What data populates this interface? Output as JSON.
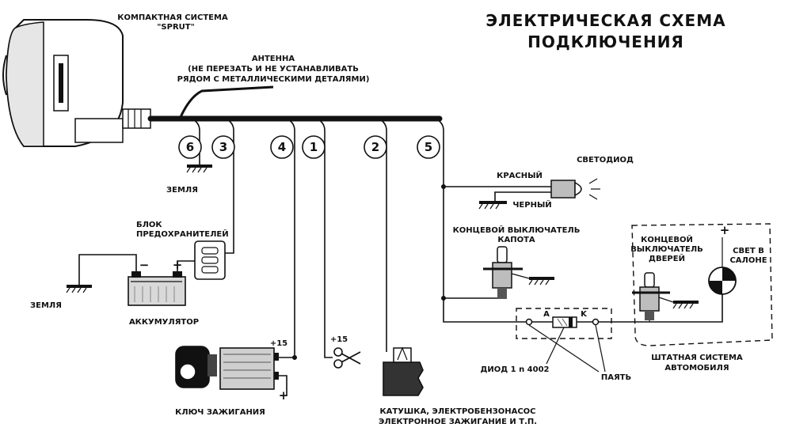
{
  "title": {
    "line1": "ЭЛЕКТРИЧЕСКАЯ СХЕМА",
    "line2": "ПОДКЛЮЧЕНИЯ"
  },
  "labels": {
    "system_line1": "КОМПАКТНАЯ СИСТЕМА",
    "system_line2": "\"SPRUT\"",
    "antenna_line1": "АНТЕННА",
    "antenna_line2": "(НЕ ПЕРЕЗАТЬ И НЕ УСТАНАВЛИВАТЬ",
    "antenna_line3": "РЯДОМ С МЕТАЛЛИЧЕСКИМИ ДЕТАЛЯМИ)",
    "ground_top": "ЗЕМЛЯ",
    "fuse_line1": "БЛОК",
    "fuse_line2": "ПРЕДОХРАНИТЕЛЕЙ",
    "ground_left": "ЗЕМЛЯ",
    "battery": "АККУМУЛЯТОР",
    "ignition_key": "КЛЮЧ ЗАЖИГАНИЯ",
    "plus15_a": "+15",
    "plus15_b": "+15",
    "coil_line1": "КАТУШКА, ЭЛЕКТРОБЕНЗОНАСОС",
    "coil_line2": "ЭЛЕКТРОННОЕ ЗАЖИГАНИЕ И Т.П.",
    "led": "СВЕТОДИОД",
    "red": "КРАСНЫЙ",
    "black": "ЧЕРНЫЙ",
    "hood_switch_line1": "КОНЦЕВОЙ ВЫКЛЮЧАТЕЛЬ",
    "hood_switch_line2": "КАПОТА",
    "door_switch_line1": "КОНЦЕВОЙ",
    "door_switch_line2": "ВЫКЛЮЧАТЕЛЬ",
    "door_switch_line3": "ДВЕРЕЙ",
    "cabin_light_line1": "СВЕТ В",
    "cabin_light_line2": "САЛОНЕ",
    "diode": "ДИОД 1 n 4002",
    "solder": "ПАЯТЬ",
    "vehicle_line1": "ШТАТНАЯ СИСТЕМА",
    "vehicle_line2": "АВТОМОБИЛЯ",
    "anode": "A",
    "cathode": "K",
    "plus_battery": "+",
    "minus_battery": "−",
    "plus_light": "+",
    "plus_ign": "+"
  },
  "terminals": [
    "6",
    "3",
    "4",
    "1",
    "2",
    "5"
  ]
}
